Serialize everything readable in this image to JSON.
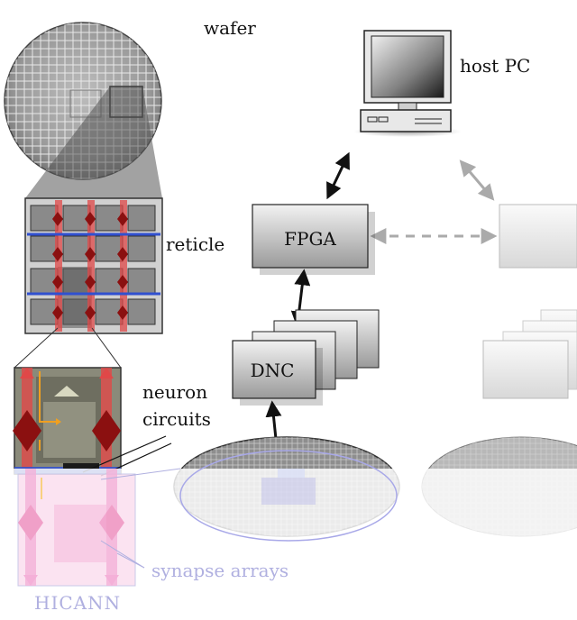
{
  "labels": {
    "wafer": "wafer",
    "host_pc": "host PC",
    "reticle": "reticle",
    "fpga": "FPGA",
    "dnc": "DNC",
    "neuron_circuits_line1": "neuron",
    "neuron_circuits_line2": "circuits",
    "synapse_arrays": "synapse arrays",
    "hicann": "HICANN"
  },
  "colors": {
    "bus_red": "#e04848",
    "bus_blue": "#3050d0",
    "crossbar": "#8b1010",
    "arrow_orange": "#f0a020",
    "faded_blue": "#a8a8e8",
    "faded_pink": "#f4b0d8"
  },
  "icons": {
    "host_pc": "desktop-computer-icon"
  }
}
